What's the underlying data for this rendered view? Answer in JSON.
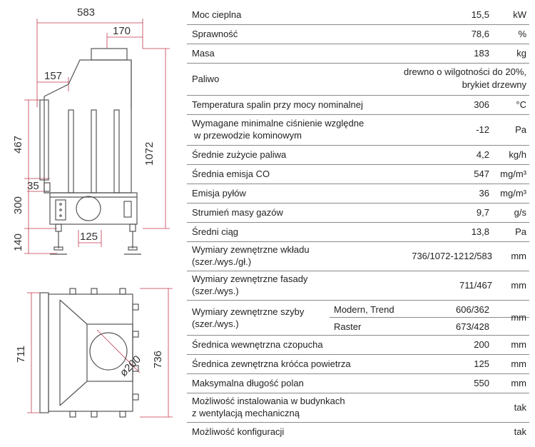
{
  "drawing": {
    "front_dims": {
      "overall_width": "583",
      "top_offset": "170",
      "left_offset": "157",
      "height_total": "1072",
      "height_facade": "467",
      "height_mid": "300",
      "height_base": "140",
      "small_35": "35",
      "flue_125": "125"
    },
    "top_dims": {
      "width_711": "711",
      "width_736": "736",
      "flue_diameter": "ø200"
    },
    "colors": {
      "lines": "#555555",
      "dimension_lines": "#c0394b"
    }
  },
  "specs": [
    {
      "label": "Moc cieplna",
      "value": "15,5",
      "unit": "kW"
    },
    {
      "label": "Sprawność",
      "value": "78,6",
      "unit": "%"
    },
    {
      "label": "Masa",
      "value": "183",
      "unit": "kg"
    },
    {
      "label": "Paliwo",
      "value_line1": "drewno o wilgotności do 20%,",
      "value_line2": "brykiet drzewny"
    },
    {
      "label": "Temperatura spalin przy mocy nominalnej",
      "value": "306",
      "unit": "°C"
    },
    {
      "label_line1": "Wymagane minimalne ciśnienie względne",
      "label_line2": "w przewodzie kominowym",
      "value": "-12",
      "unit": "Pa"
    },
    {
      "label": "Średnie zużycie paliwa",
      "value": "4,2",
      "unit": "kg/h"
    },
    {
      "label": "Średnia emisja CO",
      "value": "547",
      "unit": "mg/m³"
    },
    {
      "label": "Emisja pyłów",
      "value": "36",
      "unit": "mg/m³"
    },
    {
      "label": "Strumień masy gazów",
      "value": "9,7",
      "unit": "g/s"
    },
    {
      "label": "Średni ciąg",
      "value": "13,8",
      "unit": "Pa"
    },
    {
      "label_line1": "Wymiary zewnętrzne wkładu",
      "label_line2": "(szer./wys./gł.)",
      "value": "736/1072-1212/583",
      "unit": "mm"
    },
    {
      "label_line1": "Wymiary zewnętrzne fasady",
      "label_line2": "(szer./wys.)",
      "value": "711/467",
      "unit": "mm"
    },
    {
      "label_line1": "Wymiary zewnętrzne szyby",
      "label_line2": "(szer./wys.)",
      "sub": [
        {
          "name": "Modern, Trend",
          "value": "606/362"
        },
        {
          "name": "Raster",
          "value": "673/428"
        }
      ],
      "unit": "mm"
    },
    {
      "label": "Średnica wewnętrzna czopucha",
      "value": "200",
      "unit": "mm"
    },
    {
      "label": "Średnica zewnętrzna króćca powietrza",
      "value": "125",
      "unit": "mm"
    },
    {
      "label": "Maksymalna długość polan",
      "value": "550",
      "unit": "mm"
    },
    {
      "label_line1": "Możliwość instalowania w budynkach",
      "label_line2": "z wentylacją mechaniczną",
      "value": "tak"
    },
    {
      "label": "Możliwość konfiguracji",
      "value": "tak"
    }
  ]
}
